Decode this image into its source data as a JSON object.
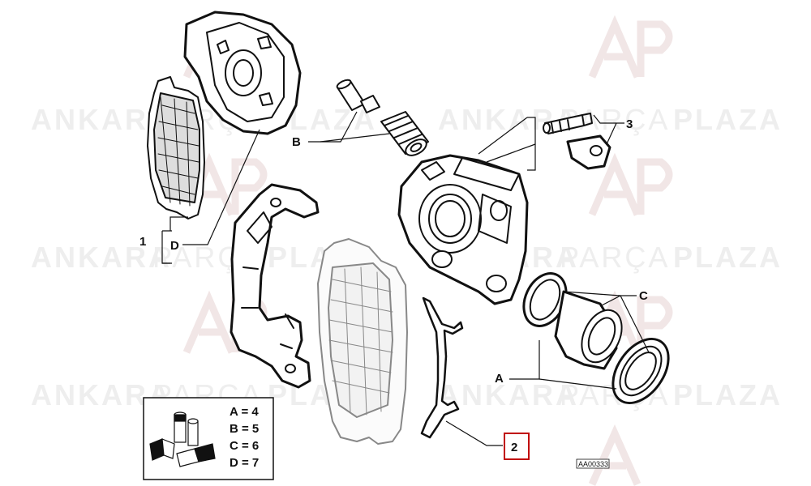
{
  "watermark": {
    "brand_left": "ANKARA",
    "brand_mid": "PARÇA",
    "brand_right": "PLAZA",
    "logo_text": "AP",
    "color_dark": "#ededed",
    "color_light": "#f3f3f3"
  },
  "callouts": {
    "label_1": "1",
    "label_d": "D",
    "label_b": "B",
    "label_3": "3",
    "label_c": "C",
    "label_a": "A",
    "label_2": "2"
  },
  "legend": {
    "rows": [
      {
        "text": "A = 4"
      },
      {
        "text": "B = 5"
      },
      {
        "text": "C = 6"
      },
      {
        "text": "D = 7"
      }
    ]
  },
  "reference_code": "AA00333",
  "colors": {
    "highlight_box": "#c00000",
    "line": "#111111"
  }
}
